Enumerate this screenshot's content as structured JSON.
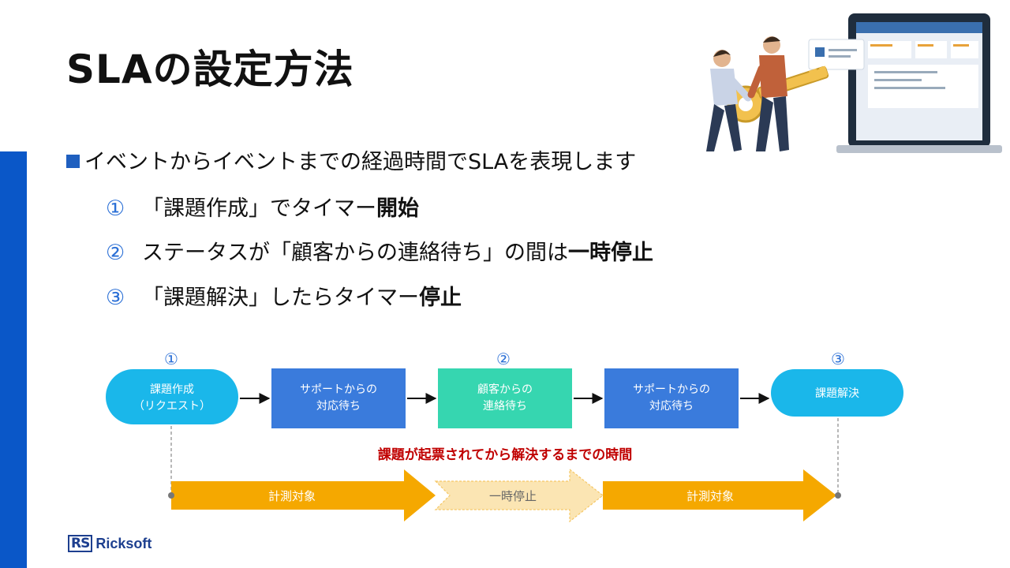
{
  "slide": {
    "title": "SLAの設定方法",
    "lead": "イベントからイベントまでの経過時間でSLAを表現します",
    "steps": [
      {
        "num": "①",
        "pre": "「課題作成」でタイマー",
        "bold": "開始"
      },
      {
        "num": "②",
        "pre": "ステータスが「顧客からの連絡待ち」の間は",
        "bold": "一時停止"
      },
      {
        "num": "③",
        "pre": "「課題解決」したらタイマー",
        "bold": "停止"
      }
    ]
  },
  "diagram": {
    "markers": [
      "①",
      "②",
      "③"
    ],
    "nodes": [
      {
        "line1": "課題作成",
        "line2": "（リクエスト）"
      },
      {
        "line1": "サポートからの",
        "line2": "対応待ち"
      },
      {
        "line1": "顧客からの",
        "line2": "連絡待ち"
      },
      {
        "line1": "サポートからの",
        "line2": "対応待ち"
      },
      {
        "line1": "課題解決",
        "line2": ""
      }
    ],
    "caption": "課題が起票されてから解決するまでの時間",
    "bands": [
      "計測対象",
      "一時停止",
      "計測対象"
    ],
    "colors": {
      "cyan": "#1ab7ea",
      "blue": "#3a7bdc",
      "green": "#36d6b0",
      "orange": "#f5a800",
      "pause": "#fbe5b3"
    }
  },
  "footer": {
    "logo_mark": "RS",
    "logo_name": "Ricksoft"
  }
}
